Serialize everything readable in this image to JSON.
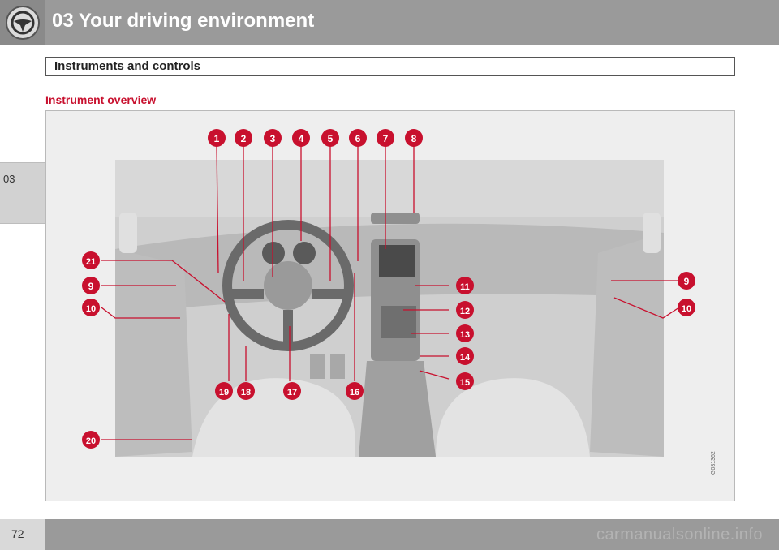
{
  "header": {
    "title": "03 Your driving environment",
    "icon": "steering-wheel-icon"
  },
  "side_tab": {
    "label": "03"
  },
  "section": {
    "title": "Instruments and controls"
  },
  "subheading": "Instrument overview",
  "figure": {
    "code": "G031362",
    "callouts": [
      "1",
      "2",
      "3",
      "4",
      "5",
      "6",
      "7",
      "8",
      "9",
      "10",
      "11",
      "12",
      "13",
      "14",
      "15",
      "16",
      "17",
      "18",
      "19",
      "20",
      "21",
      "9",
      "10"
    ]
  },
  "footer": {
    "page_number": "72",
    "watermark": "carmanualsonline.info"
  },
  "colors": {
    "accent": "#c8102e",
    "header": "#9a9a9a",
    "callout": "#c8102e"
  }
}
